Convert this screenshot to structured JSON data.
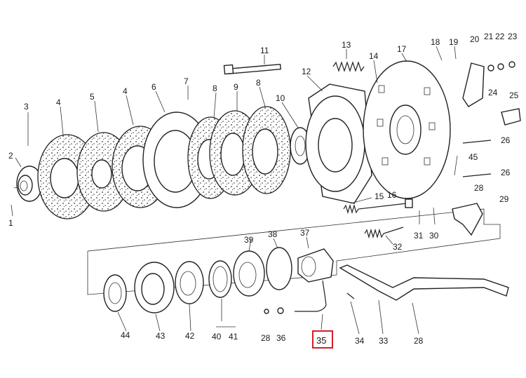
{
  "labels": {
    "l1": "1",
    "l2": "2",
    "l3": "3",
    "l4a": "4",
    "l4b": "4",
    "l5": "5",
    "l6": "6",
    "l7": "7",
    "l8a": "8",
    "l8b": "8",
    "l9": "9",
    "l10": "10",
    "l11": "11",
    "l12": "12",
    "l13": "13",
    "l14": "14",
    "l15": "15",
    "l16": "16",
    "l17": "17",
    "l18": "18",
    "l19": "19",
    "l20": "20",
    "l21": "21",
    "l22": "22",
    "l23": "23",
    "l24": "24",
    "l25": "25",
    "l26a": "26",
    "l26b": "26",
    "l28a": "28",
    "l28b": "28",
    "l28c": "28",
    "l29": "29",
    "l30": "30",
    "l31": "31",
    "l32": "32",
    "l33": "33",
    "l34": "34",
    "l35": "35",
    "l36": "36",
    "l37": "37",
    "l38": "38",
    "l39": "39",
    "l40": "40",
    "l41": "41",
    "l42": "42",
    "l43": "43",
    "l44": "44",
    "l45": "45"
  },
  "highlight": {
    "part": "35",
    "color": "#d0202a"
  }
}
